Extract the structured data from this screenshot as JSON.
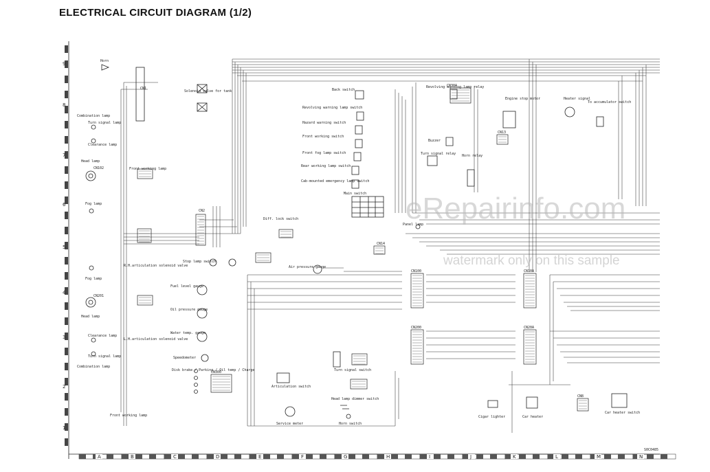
{
  "title": "ELECTRICAL CIRCUIT DIAGRAM (1/2)",
  "watermark": {
    "main": "eRepairinfo.com",
    "sub": "watermark only on this sample"
  },
  "doc_code": "S0C0485",
  "columns": [
    "A",
    "B",
    "C",
    "D",
    "E",
    "F",
    "G",
    "H",
    "I",
    "J",
    "K",
    "L",
    "M",
    "N"
  ],
  "rows": [
    "9",
    "8",
    "7",
    "6",
    "5",
    "4",
    "3",
    "2",
    "1"
  ],
  "components": [
    {
      "name": "horn",
      "text": "Horn"
    },
    {
      "name": "solenoid-valve",
      "text": "Solenoid valve for tank"
    },
    {
      "name": "combination-lamp-top",
      "text": "Combination lamp"
    },
    {
      "name": "turn-signal-lamp-top",
      "text": "Turn signal lamp"
    },
    {
      "name": "clearance-lamp-top",
      "text": "Clearance lamp"
    },
    {
      "name": "head-lamp-top",
      "text": "Head lamp"
    },
    {
      "name": "front-working-lamp-top",
      "text": "Front working lamp"
    },
    {
      "name": "fog-lamp-top",
      "text": "Fog lamp"
    },
    {
      "name": "fog-lamp-bottom",
      "text": "Fog lamp"
    },
    {
      "name": "rh-articulation",
      "text": "R.H.articulation solenoid valve"
    },
    {
      "name": "head-lamp-bottom",
      "text": "Head lamp"
    },
    {
      "name": "lh-articulation",
      "text": "L.H.articulation solenoid valve"
    },
    {
      "name": "clearance-lamp-bottom",
      "text": "Clearance lamp"
    },
    {
      "name": "turn-signal-lamp-bottom",
      "text": "Turn signal lamp"
    },
    {
      "name": "combination-lamp-bottom",
      "text": "Combination lamp"
    },
    {
      "name": "front-working-lamp-bottom",
      "text": "Front working lamp"
    },
    {
      "name": "back-switch",
      "text": "Back switch"
    },
    {
      "name": "revolving-warning-switch",
      "text": "Revolving warning lamp switch"
    },
    {
      "name": "hazard-warning-switch",
      "text": "Hazard warning switch"
    },
    {
      "name": "front-working-switch",
      "text": "Front working switch"
    },
    {
      "name": "front-fog-switch",
      "text": "Front fog lamp switch"
    },
    {
      "name": "rear-working-switch",
      "text": "Rear working lamp switch"
    },
    {
      "name": "cab-emergency-switch",
      "text": "Cab-mounted emergency lamp switch"
    },
    {
      "name": "main-switch",
      "text": "Main switch"
    },
    {
      "name": "revolving-warning-relay",
      "text": "Revolving warning lamp relay"
    },
    {
      "name": "engine-stop-motor",
      "text": "Engine stop motor"
    },
    {
      "name": "heater-signal",
      "text": "Heater signal"
    },
    {
      "name": "to-accumulator",
      "text": "To accumulator switch"
    },
    {
      "name": "buzzer",
      "text": "Buzzer"
    },
    {
      "name": "horn-relay",
      "text": "Horn relay"
    },
    {
      "name": "turn-signal-relay",
      "text": "Turn signal relay"
    },
    {
      "name": "diff-lock-switch",
      "text": "Diff. lock switch"
    },
    {
      "name": "panel-lamp",
      "text": "Panel lamp"
    },
    {
      "name": "stop-lamp-switch",
      "text": "Stop lamp switch"
    },
    {
      "name": "air-pressure-gauge",
      "text": "Air pressure gauge"
    },
    {
      "name": "fuel-level-gauge",
      "text": "Fuel level gauge"
    },
    {
      "name": "oil-pressure-gauge",
      "text": "Oil pressure gauge"
    },
    {
      "name": "water-temp-gauge",
      "text": "Water temp. gauge"
    },
    {
      "name": "speedometer",
      "text": "Speedometer"
    },
    {
      "name": "indicators",
      "text": "Disk brake / Parking / Oil temp / Charge"
    },
    {
      "name": "articulation-switch",
      "text": "Articulation switch"
    },
    {
      "name": "service-meter",
      "text": "Service meter"
    },
    {
      "name": "turn-signal-switch",
      "text": "Turn signal switch"
    },
    {
      "name": "head-lamp-dimmer",
      "text": "Head lamp dimmer switch"
    },
    {
      "name": "horn-switch",
      "text": "Horn switch"
    },
    {
      "name": "cigar-lighter",
      "text": "Cigar lighter"
    },
    {
      "name": "car-heater",
      "text": "Car heater"
    },
    {
      "name": "car-heater-switch",
      "text": "Car heater switch"
    }
  ],
  "connectors": [
    "CN102",
    "CN201",
    "CN1",
    "CN2",
    "CN100",
    "CN200",
    "CN300",
    "CN10A",
    "CN20A",
    "CN30A",
    "CN13",
    "CN14",
    "CN8"
  ]
}
